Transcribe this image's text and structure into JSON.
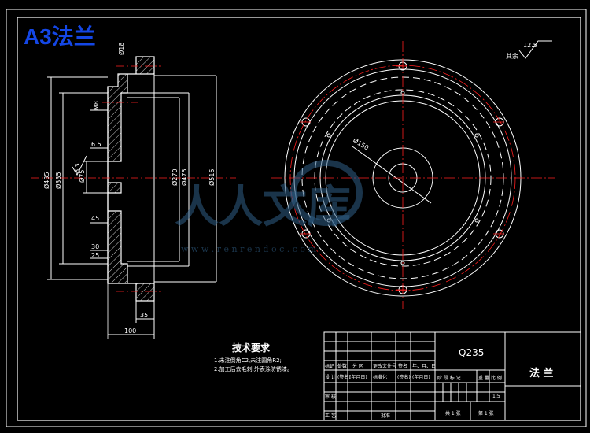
{
  "sheet_title": "A3法兰",
  "section_view": {
    "dims": {
      "d18": "Ø18",
      "m8": "M8",
      "d435": "Ø435",
      "d335": "Ø335",
      "d75": "Ø75",
      "d270": "Ø270",
      "d475": "Ø475",
      "d515": "Ø515",
      "d65": "6.5",
      "d45": "45",
      "d30": "30",
      "d25": "25",
      "d35": "35",
      "d100": "100",
      "roughness_small": "6.3"
    }
  },
  "front_view": {
    "diameter_label": "Ø150",
    "roughness_label": "其余",
    "roughness_value": "12.5"
  },
  "tech_requirements": {
    "heading": "技术要求",
    "line1": "1.未注倒角C2,未注圆角R2;",
    "line2": "2.加工后去毛刺,外表涂防锈漆。"
  },
  "title_block": {
    "material": "Q235",
    "part_name": "法 兰",
    "row_labels": [
      "标记",
      "处数",
      "分 区",
      "更改文件号",
      "签名",
      "年、月、日"
    ],
    "design": "设 计",
    "sign1": "(签名)",
    "date1": "(年月日)",
    "standard": "标准化",
    "sign2": "(签名)",
    "date2": "(年月日)",
    "review": "审 核",
    "process": "工 艺",
    "approve": "批准",
    "stage_labels": [
      "阶 段 标 记",
      "重 量",
      "比 例"
    ],
    "scale": "1:5",
    "sheets": "共 1 张",
    "sheet_no": "第 1 张"
  },
  "watermark": {
    "cn": "人人文库",
    "url": "w w w . r e n r e n d o c . c o m"
  },
  "colors": {
    "outline": "#ffffff",
    "centerline": "#ff2020",
    "title": "#1447e6",
    "watermark": "#2f5f86"
  }
}
